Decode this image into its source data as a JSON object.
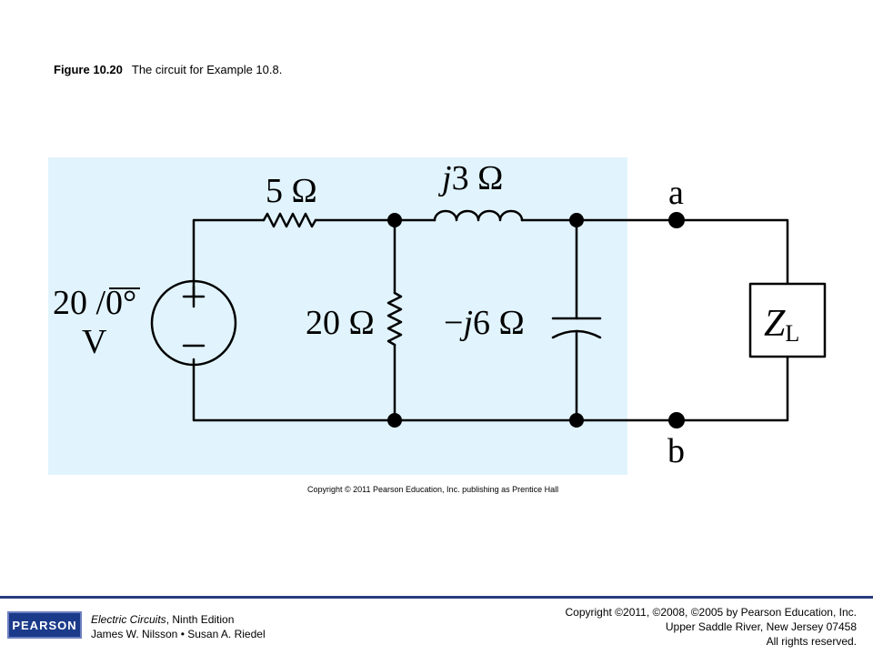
{
  "caption": {
    "figure_label": "Figure 10.20",
    "text": "The circuit for Example 10.8."
  },
  "circuit": {
    "source_value": "20 /0°",
    "source_unit": "V",
    "source_plus": "+",
    "source_minus": "−",
    "r_series_label": "5 Ω",
    "r_shunt_label": "20 Ω",
    "l_prefix": "j",
    "l_value": "3 Ω",
    "c_prefix_sign": "−",
    "c_prefix_j": "j",
    "c_value": "6 Ω",
    "terminal_a": "a",
    "terminal_b": "b",
    "load_main": "Z",
    "load_sub": "L",
    "highlight_color": "#e1f4fd"
  },
  "figure_copyright": "Copyright © 2011 Pearson Education, Inc. publishing as Prentice Hall",
  "footer": {
    "logo_text": "PEARSON",
    "book_title": "Electric Circuits",
    "book_edition": ", Ninth Edition",
    "authors": "James W. Nilsson • Susan A. Riedel",
    "copyright_line": "Copyright ©2011, ©2008, ©2005 by Pearson Education, Inc.",
    "address_line": "Upper Saddle River, New Jersey 07458",
    "rights_line": "All rights reserved."
  }
}
